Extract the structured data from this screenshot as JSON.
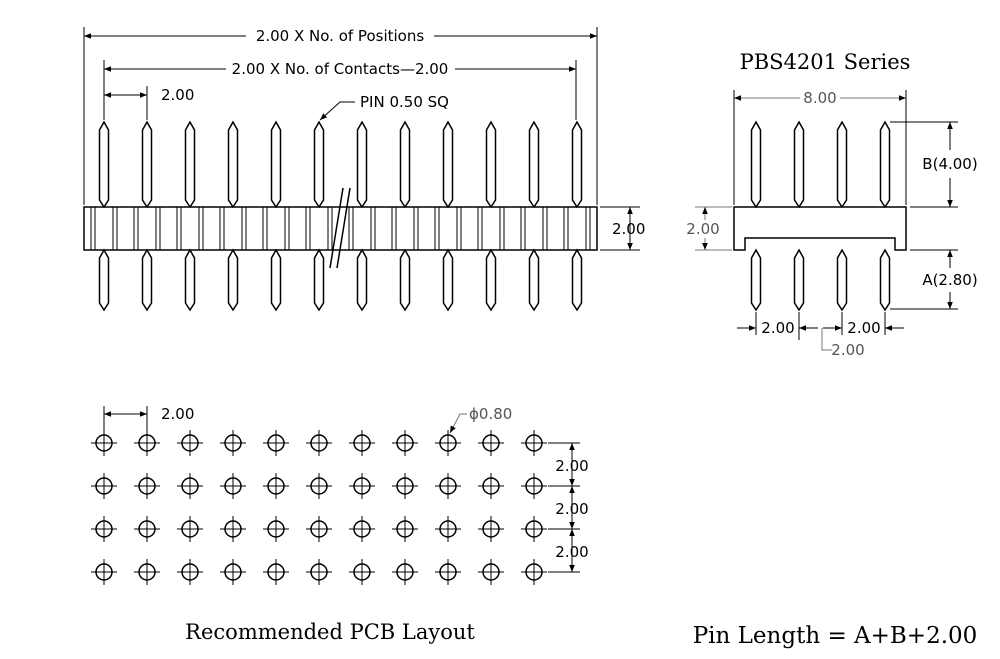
{
  "front_view": {
    "dim_positions": "2.00 X No. of Positions",
    "dim_contacts": "2.00 X No. of Contacts—2.00",
    "dim_pitch": "2.00",
    "pin_label": "PIN 0.50 SQ",
    "dim_body_height": "2.00"
  },
  "side_view": {
    "series_title": "PBS4201 Series",
    "dim_width": "8.00",
    "dim_b": "B(4.00)",
    "dim_body_height": "2.00",
    "dim_a": "A(2.80)",
    "dim_pitch_left": "2.00",
    "dim_pitch_right": "2.00",
    "dim_pitch_bottom": "2.00"
  },
  "pcb_layout": {
    "title": "Recommended PCB Layout",
    "dim_pitch": "2.00",
    "hole_label": "ϕ0.80",
    "row_pitch_1": "2.00",
    "row_pitch_2": "2.00",
    "row_pitch_3": "2.00"
  },
  "formula": "Pin Length = A+B+2.00"
}
